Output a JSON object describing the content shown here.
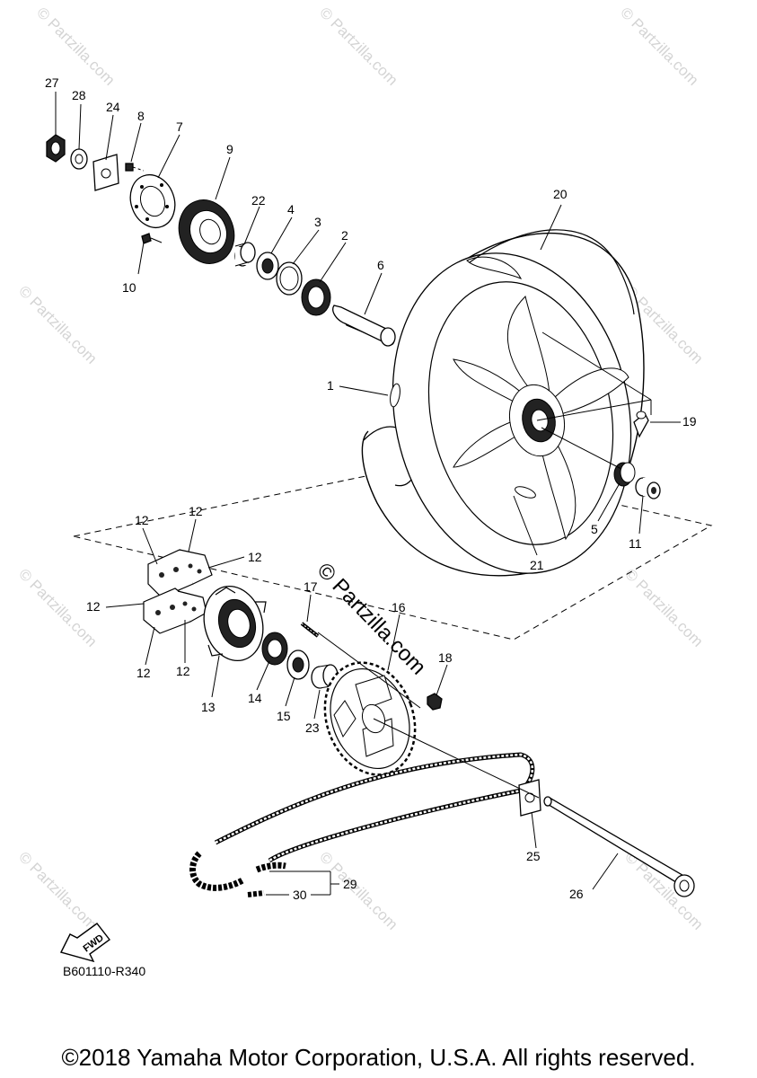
{
  "parts": [
    {
      "n": "1"
    },
    {
      "n": "2"
    },
    {
      "n": "3"
    },
    {
      "n": "4"
    },
    {
      "n": "5"
    },
    {
      "n": "6"
    },
    {
      "n": "7"
    },
    {
      "n": "8"
    },
    {
      "n": "9"
    },
    {
      "n": "10"
    },
    {
      "n": "11"
    },
    {
      "n": "12"
    },
    {
      "n": "13"
    },
    {
      "n": "14"
    },
    {
      "n": "15"
    },
    {
      "n": "16"
    },
    {
      "n": "17"
    },
    {
      "n": "18"
    },
    {
      "n": "19"
    },
    {
      "n": "20"
    },
    {
      "n": "21"
    },
    {
      "n": "22"
    },
    {
      "n": "23"
    },
    {
      "n": "24"
    },
    {
      "n": "25"
    },
    {
      "n": "26"
    },
    {
      "n": "27"
    },
    {
      "n": "28"
    },
    {
      "n": "29"
    },
    {
      "n": "30"
    }
  ],
  "watermark_small": "© Partzilla.com",
  "watermark_main": "© Partzilla.com",
  "fwd_label": "FWD",
  "diagram_code": "B601110-R340",
  "copyright": "©2018 Yamaha Motor Corporation, U.S.A. All rights reserved."
}
